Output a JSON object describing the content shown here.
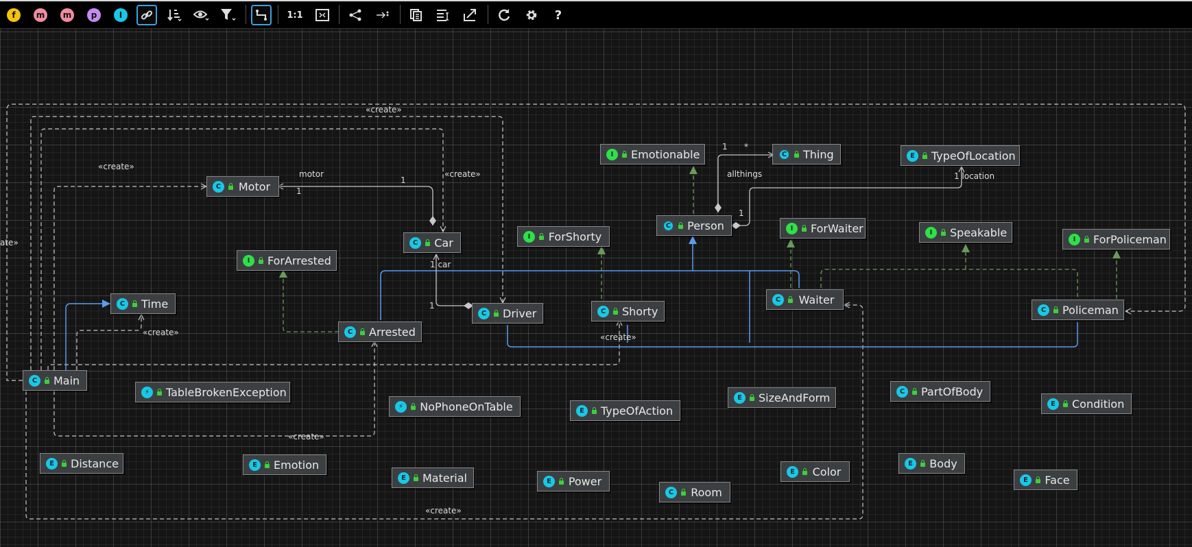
{
  "toolbar": {
    "buttons": [
      {
        "name": "fields-button",
        "glyph": "f",
        "color": "#f4c20d",
        "kind": "circle"
      },
      {
        "name": "constructors-button",
        "glyph": "m",
        "color": "#f08ca0",
        "kind": "circle"
      },
      {
        "name": "methods-button",
        "glyph": "m",
        "color": "#f08ca0",
        "kind": "circle"
      },
      {
        "name": "properties-button",
        "glyph": "p",
        "color": "#c58cf0",
        "kind": "circle"
      },
      {
        "name": "inner-classes-button",
        "glyph": "I",
        "color": "#19c8e6",
        "kind": "circle"
      },
      {
        "name": "show-dependencies-button",
        "glyph": "🔗",
        "kind": "icon",
        "active": true
      },
      {
        "name": "sort-button",
        "glyph": "⇣",
        "kind": "icon"
      },
      {
        "name": "visibility-button",
        "glyph": "👁",
        "kind": "icon"
      },
      {
        "name": "filter-button",
        "glyph": "▼",
        "kind": "icon"
      },
      {
        "name": "edge-routing-button",
        "glyph": "⤷",
        "kind": "icon",
        "active": true
      },
      {
        "name": "actual-size-button",
        "glyph": "1:1",
        "kind": "text"
      },
      {
        "name": "fit-content-button",
        "glyph": "⛶",
        "kind": "icon"
      },
      {
        "name": "layout-button",
        "glyph": "≺",
        "kind": "icon"
      },
      {
        "name": "apply-layout-button",
        "glyph": "⇢",
        "kind": "icon"
      },
      {
        "name": "copy-button",
        "glyph": "⧉",
        "kind": "icon"
      },
      {
        "name": "edit-button",
        "glyph": "☰",
        "kind": "icon"
      },
      {
        "name": "export-button",
        "glyph": "⇱",
        "kind": "icon"
      },
      {
        "name": "refresh-button",
        "glyph": "⟳",
        "kind": "icon"
      },
      {
        "name": "settings-button",
        "glyph": "⚙",
        "kind": "icon"
      },
      {
        "name": "help-button",
        "glyph": "?",
        "kind": "text"
      }
    ]
  },
  "nodes": [
    {
      "id": "emotionable",
      "name": "Emotionable",
      "kind": "I"
    },
    {
      "id": "thing",
      "name": "Thing",
      "kind": "CA"
    },
    {
      "id": "typeoflocation",
      "name": "TypeOfLocation",
      "kind": "E"
    },
    {
      "id": "motor",
      "name": "Motor",
      "kind": "C"
    },
    {
      "id": "car",
      "name": "Car",
      "kind": "C"
    },
    {
      "id": "person",
      "name": "Person",
      "kind": "CA"
    },
    {
      "id": "forshorty",
      "name": "ForShorty",
      "kind": "I"
    },
    {
      "id": "forwaiter",
      "name": "ForWaiter",
      "kind": "I"
    },
    {
      "id": "speakable",
      "name": "Speakable",
      "kind": "I"
    },
    {
      "id": "forpoliceman",
      "name": "ForPoliceman",
      "kind": "I"
    },
    {
      "id": "forarrested",
      "name": "ForArrested",
      "kind": "I"
    },
    {
      "id": "time",
      "name": "Time",
      "kind": "C"
    },
    {
      "id": "driver",
      "name": "Driver",
      "kind": "C"
    },
    {
      "id": "shorty",
      "name": "Shorty",
      "kind": "C"
    },
    {
      "id": "waiter",
      "name": "Waiter",
      "kind": "C"
    },
    {
      "id": "policeman",
      "name": "Policeman",
      "kind": "C"
    },
    {
      "id": "arrested",
      "name": "Arrested",
      "kind": "C"
    },
    {
      "id": "main",
      "name": "Main",
      "kind": "C"
    },
    {
      "id": "tablebroken",
      "name": "TableBrokenException",
      "kind": "X"
    },
    {
      "id": "nophone",
      "name": "NoPhoneOnTable",
      "kind": "X"
    },
    {
      "id": "typeofaction",
      "name": "TypeOfAction",
      "kind": "E"
    },
    {
      "id": "sizeandform",
      "name": "SizeAndForm",
      "kind": "E"
    },
    {
      "id": "partofbody",
      "name": "PartOfBody",
      "kind": "C"
    },
    {
      "id": "condition",
      "name": "Condition",
      "kind": "E"
    },
    {
      "id": "distance",
      "name": "Distance",
      "kind": "E"
    },
    {
      "id": "emotion",
      "name": "Emotion",
      "kind": "E"
    },
    {
      "id": "material",
      "name": "Material",
      "kind": "E"
    },
    {
      "id": "power",
      "name": "Power",
      "kind": "E"
    },
    {
      "id": "room",
      "name": "Room",
      "kind": "C"
    },
    {
      "id": "color",
      "name": "Color",
      "kind": "E"
    },
    {
      "id": "body",
      "name": "Body",
      "kind": "E"
    },
    {
      "id": "face",
      "name": "Face",
      "kind": "E"
    }
  ],
  "edge_labels": {
    "create_top": "«create»",
    "create_motor": "«create»",
    "create_car": "«create»",
    "create_left": "ate»",
    "create_time": "«create»",
    "create_shorty": "«create»",
    "create_arrested": "«create»",
    "create_bottom": "«create»",
    "motor_role": "motor",
    "motor_mult_car": "1",
    "motor_mult_motor": "1",
    "car_role": "1 car",
    "car_mult_driver": "1",
    "allthings_role": "allthings",
    "allthings_mult_1": "1",
    "allthings_mult_many": "*",
    "location_role": "1 location",
    "location_mult_person": "1"
  },
  "colors": {
    "inheritance": "#5b9bf0",
    "realization": "#6a9a5a",
    "dependency": "#c8c8c8",
    "association": "#c8c8c8",
    "class_badge": "#19c8e6",
    "interface_badge": "#2ee04a"
  }
}
